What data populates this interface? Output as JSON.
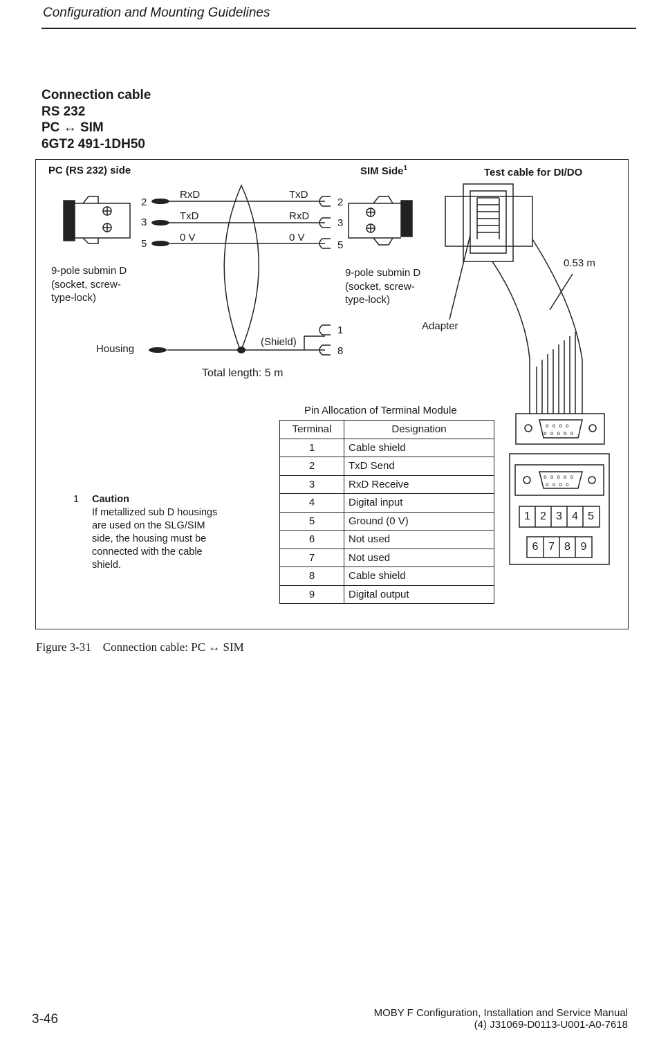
{
  "header": {
    "running_title": "Configuration and Mounting Guidelines"
  },
  "section": {
    "title_lines": [
      "Connection cable",
      "RS 232",
      "PC ↔ SIM",
      "6GT2 491-1DH50"
    ]
  },
  "figure": {
    "pc_side_label": "PC (RS 232) side",
    "sim_side_label": "SIM Side",
    "sim_side_footnote": "1",
    "test_cable_label": "Test cable for DI/DO",
    "pc_pins": [
      "2",
      "3",
      "5"
    ],
    "sim_pins": [
      "2",
      "3",
      "5"
    ],
    "wire_labels_left": [
      "RxD",
      "TxD",
      "0 V"
    ],
    "wire_labels_right": [
      "TxD",
      "RxD",
      "0 V"
    ],
    "pc_connector_desc": [
      "9-pole submin D",
      "(socket, screw-",
      "type-lock)"
    ],
    "sim_connector_desc": [
      "9-pole submin D",
      "(socket, screw-",
      "type-lock)"
    ],
    "adapter_label": "Adapter",
    "cable_length_label": "0.53 m",
    "housing_label": "Housing",
    "shield_label": "(Shield)",
    "shield_pins": [
      "1",
      "8"
    ],
    "total_length": "Total length: 5 m",
    "note": {
      "number": "1",
      "heading": "Caution",
      "lines": [
        "If metallized sub D housings",
        "are used on the SLG/SIM",
        "side, the housing must be",
        "connected with the cable",
        "shield."
      ]
    },
    "terminal_numbers_row1": [
      "1",
      "2",
      "3",
      "4",
      "5"
    ],
    "terminal_numbers_row2": [
      "6",
      "7",
      "8",
      "9"
    ]
  },
  "pin_table": {
    "title": "Pin Allocation of Terminal Module",
    "columns": [
      "Terminal",
      "Designation"
    ],
    "rows": [
      [
        "1",
        "Cable shield"
      ],
      [
        "2",
        "TxD Send"
      ],
      [
        "3",
        "RxD Receive"
      ],
      [
        "4",
        "Digital input"
      ],
      [
        "5",
        "Ground (0 V)"
      ],
      [
        "6",
        "Not used"
      ],
      [
        "7",
        "Not used"
      ],
      [
        "8",
        "Cable shield"
      ],
      [
        "9",
        "Digital output"
      ]
    ]
  },
  "caption": "Figure 3-31    Connection cable: PC ↔ SIM",
  "footer": {
    "page_number": "3-46",
    "manual_title": "MOBY F Configuration, Installation and Service Manual",
    "doc_number": "(4) J31069-D0113-U001-A0-7618"
  }
}
